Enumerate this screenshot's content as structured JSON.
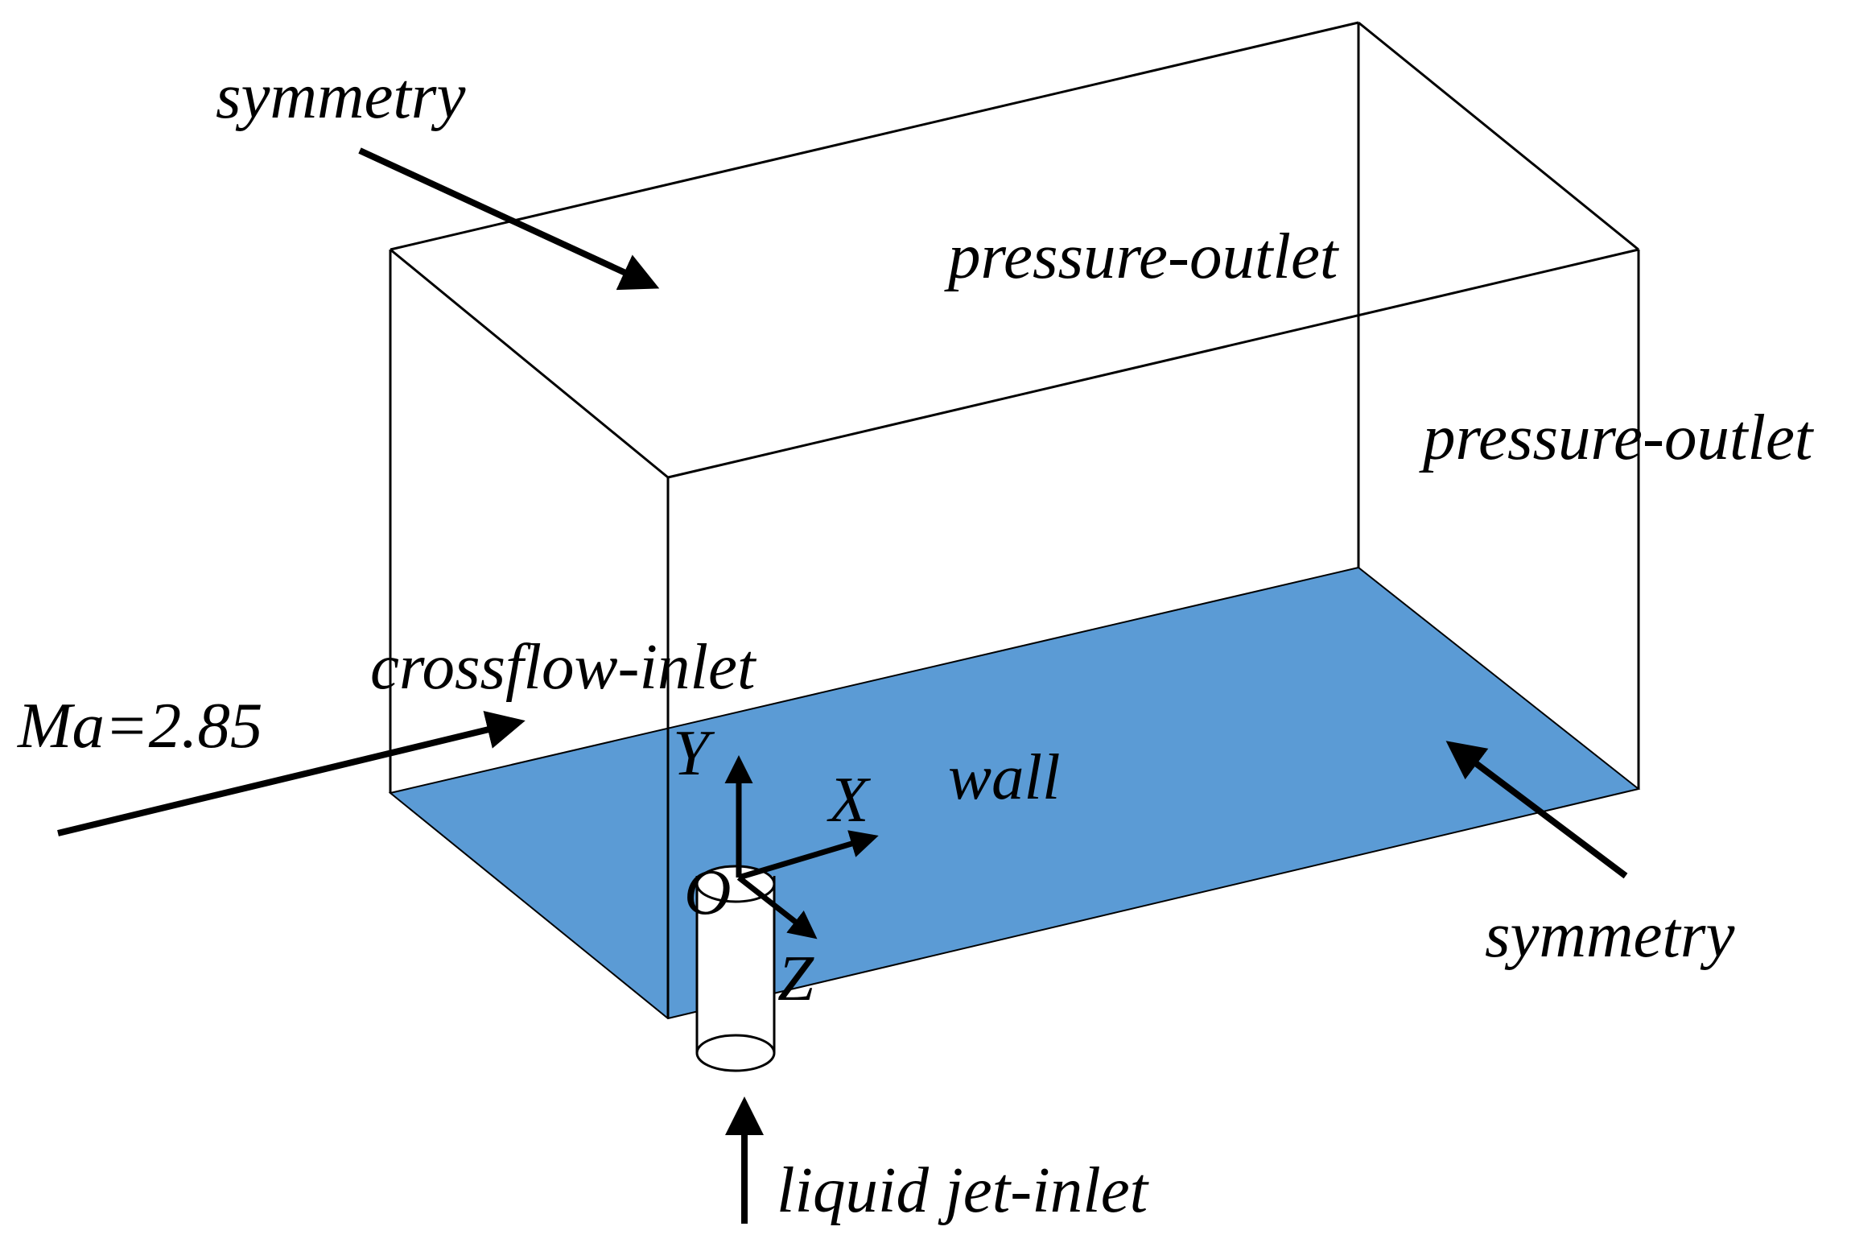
{
  "labels": {
    "symmetry_top": "symmetry",
    "pressure_outlet_top": "pressure-outlet",
    "pressure_outlet_right": "pressure-outlet",
    "crossflow_inlet": "crossflow-inlet",
    "mach": "Ma=2.85",
    "wall": "wall",
    "symmetry_right": "symmetry",
    "liquid_jet_inlet": "liquid jet-inlet",
    "axis_x": "X",
    "axis_y": "Y",
    "axis_z": "Z",
    "origin": "O"
  },
  "colors": {
    "wall_fill": "#5b9bd5",
    "line": "#000000",
    "background": "#ffffff"
  }
}
